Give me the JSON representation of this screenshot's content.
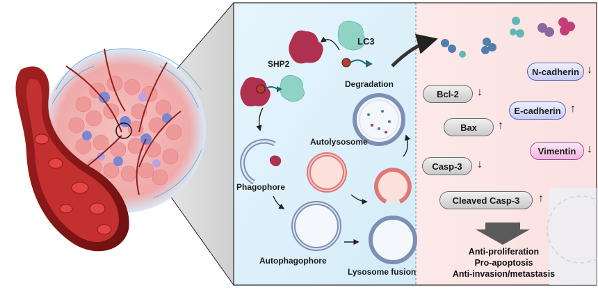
{
  "labels": {
    "lc3": "LC3",
    "shp2": "SHP2",
    "degradation": "Degradation",
    "autolysosome": "Autolysosome",
    "phagophore": "Phagophore",
    "autophagophore": "Autophagophore",
    "lysosome_fusion": "Lysosome fusion"
  },
  "markers": {
    "bcl2": "Bcl-2",
    "bax": "Bax",
    "casp3": "Casp-3",
    "cleaved_casp3": "Cleaved Casp-3",
    "n_cadherin": "N-cadherin",
    "e_cadherin": "E-cadherin",
    "vimentin": "Vimentin"
  },
  "arrows": {
    "up": "↑",
    "down": "↓"
  },
  "outcomes": [
    "Anti-proliferation",
    "Pro-apoptosis",
    "Anti-invasion/metastasis"
  ],
  "colors": {
    "left_panel_bg": "#e3f2fb",
    "right_panel_bg": "#fde7e7",
    "shp2": "#b0304f",
    "lc3": "#8fd3c4",
    "lysosome": "#e88a8a",
    "vessel": "#8e1b1b"
  }
}
